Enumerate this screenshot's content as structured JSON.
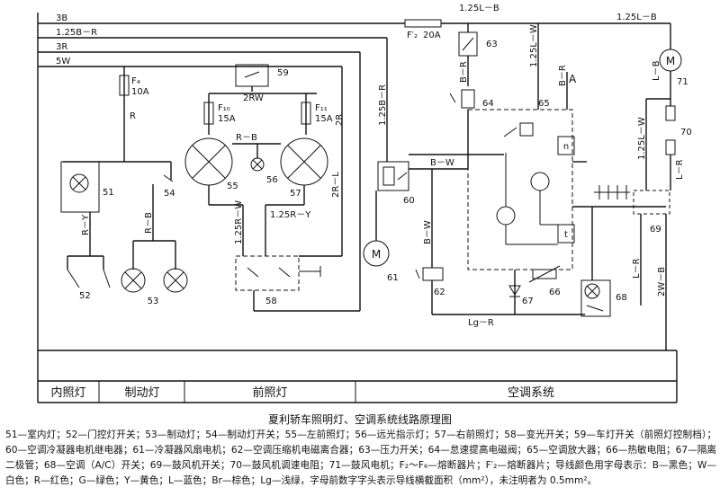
{
  "buses": [
    "3B",
    "1.25B－R",
    "3R",
    "5W"
  ],
  "top_labels": {
    "f2p": "F′₂",
    "f2p_amp": "20A",
    "top_wire": "1.25L－B",
    "right_wire": "1.25L－B"
  },
  "fuses": {
    "f4": "F₄",
    "f4_amp": "10A",
    "f10": "F₁₀",
    "f10_amp": "15A",
    "f11": "F₁₁",
    "f11_amp": "15A"
  },
  "wires": {
    "r_main": "R",
    "r_y": "R－Y",
    "r_b": "R－B",
    "r_b_lamp": "R－B",
    "w2rw": "2RW",
    "w2r": "2R",
    "w125br": "1.25B－R",
    "w2rl": "2R－L",
    "w125rw": "1.25R－W",
    "w125ry": "1.25R－Y",
    "bw": "B－W",
    "br_vert": "B－R",
    "w125lw_vert": "1.25L－W",
    "bw_vert": "B－W",
    "lr": "L－R",
    "lgr": "Lg－R",
    "lb": "L－B",
    "w2wb": "2W－B",
    "a": "A",
    "n": "n",
    "t": "t",
    "m": "M"
  },
  "components": {
    "c51": "51",
    "c52": "52",
    "c53": "53",
    "c54": "54",
    "c55": "55",
    "c56": "56",
    "c57": "57",
    "c58": "58",
    "c59": "59",
    "c60": "60",
    "c61": "61",
    "c62": "62",
    "c63": "63",
    "c64": "64",
    "c65": "65",
    "c66": "66",
    "c67": "67",
    "c68": "68",
    "c69": "69",
    "c70": "70",
    "c71": "71"
  },
  "sections": [
    "内照灯",
    "制动灯",
    "前照灯",
    "空调系统"
  ],
  "caption": {
    "title": "夏利轿车照明灯、空调系统线路原理图",
    "legend": "51—室内灯；52—门控灯开关；53—制动灯；54—制动灯开关；55—左前照灯；56—远光指示灯；57—右前照灯；58—变光开关；59—车灯开关（前照灯控制档）；60—空调冷凝器电机继电器；61—冷凝器风扇电机；62—空调压缩机电磁离合器；63—压力开关；64—怠速提高电磁阀；65—空调放大器；66—热敏电阻；67—隔离二极管；68—空调（A/C）开关；69—鼓风机开关；70—鼓风机调速电阻；71—鼓风电机；F₂～F₆—熔断器片；F′₂—熔断器片；导线颜色用字母表示：B—黑色；W—白色；R—红色；G—绿色；Y—黄色；L—蓝色；Br—棕色；Lg—浅绿，字母前数字字头表示导线横截面积（mm²），未注明者为 0.5mm²。"
  }
}
